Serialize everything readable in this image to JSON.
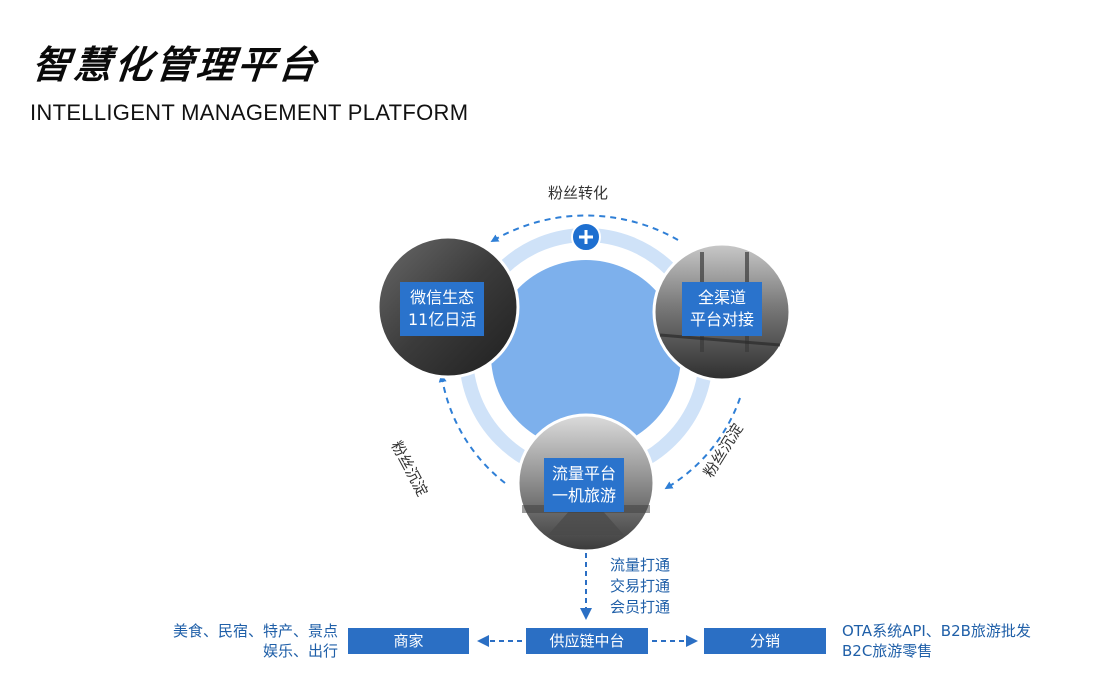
{
  "header": {
    "title": "智慧化管理平台",
    "subtitle": "INTELLIGENT MANAGEMENT PLATFORM"
  },
  "diagram": {
    "nodes": {
      "wechat": {
        "line1": "微信生态",
        "line2": "11亿日活"
      },
      "channels": {
        "line1": "全渠道",
        "line2": "平台对接"
      },
      "traffic": {
        "line1": "流量平台",
        "line2": "一机旅游"
      }
    },
    "arc_labels": {
      "top": "粉丝转化",
      "left": "粉丝沉淀",
      "right": "粉丝沉淀"
    },
    "center_icon": "plus-icon",
    "flow": [
      "流量打通",
      "交易打通",
      "会员打通"
    ],
    "boxes": {
      "merchant": "商家",
      "supply_chain": "供应链中台",
      "distribution": "分销"
    },
    "left_text": [
      "美食、民宿、特产、景点",
      "娱乐、出行"
    ],
    "right_text": [
      "OTA系统API、B2B旅游批发",
      "B2C旅游零售"
    ]
  },
  "colors": {
    "accent": "#2b6fc4",
    "center_fill": "#7db0ec",
    "ring": "#cfe2f8",
    "arrow": "#2f7fd6"
  }
}
